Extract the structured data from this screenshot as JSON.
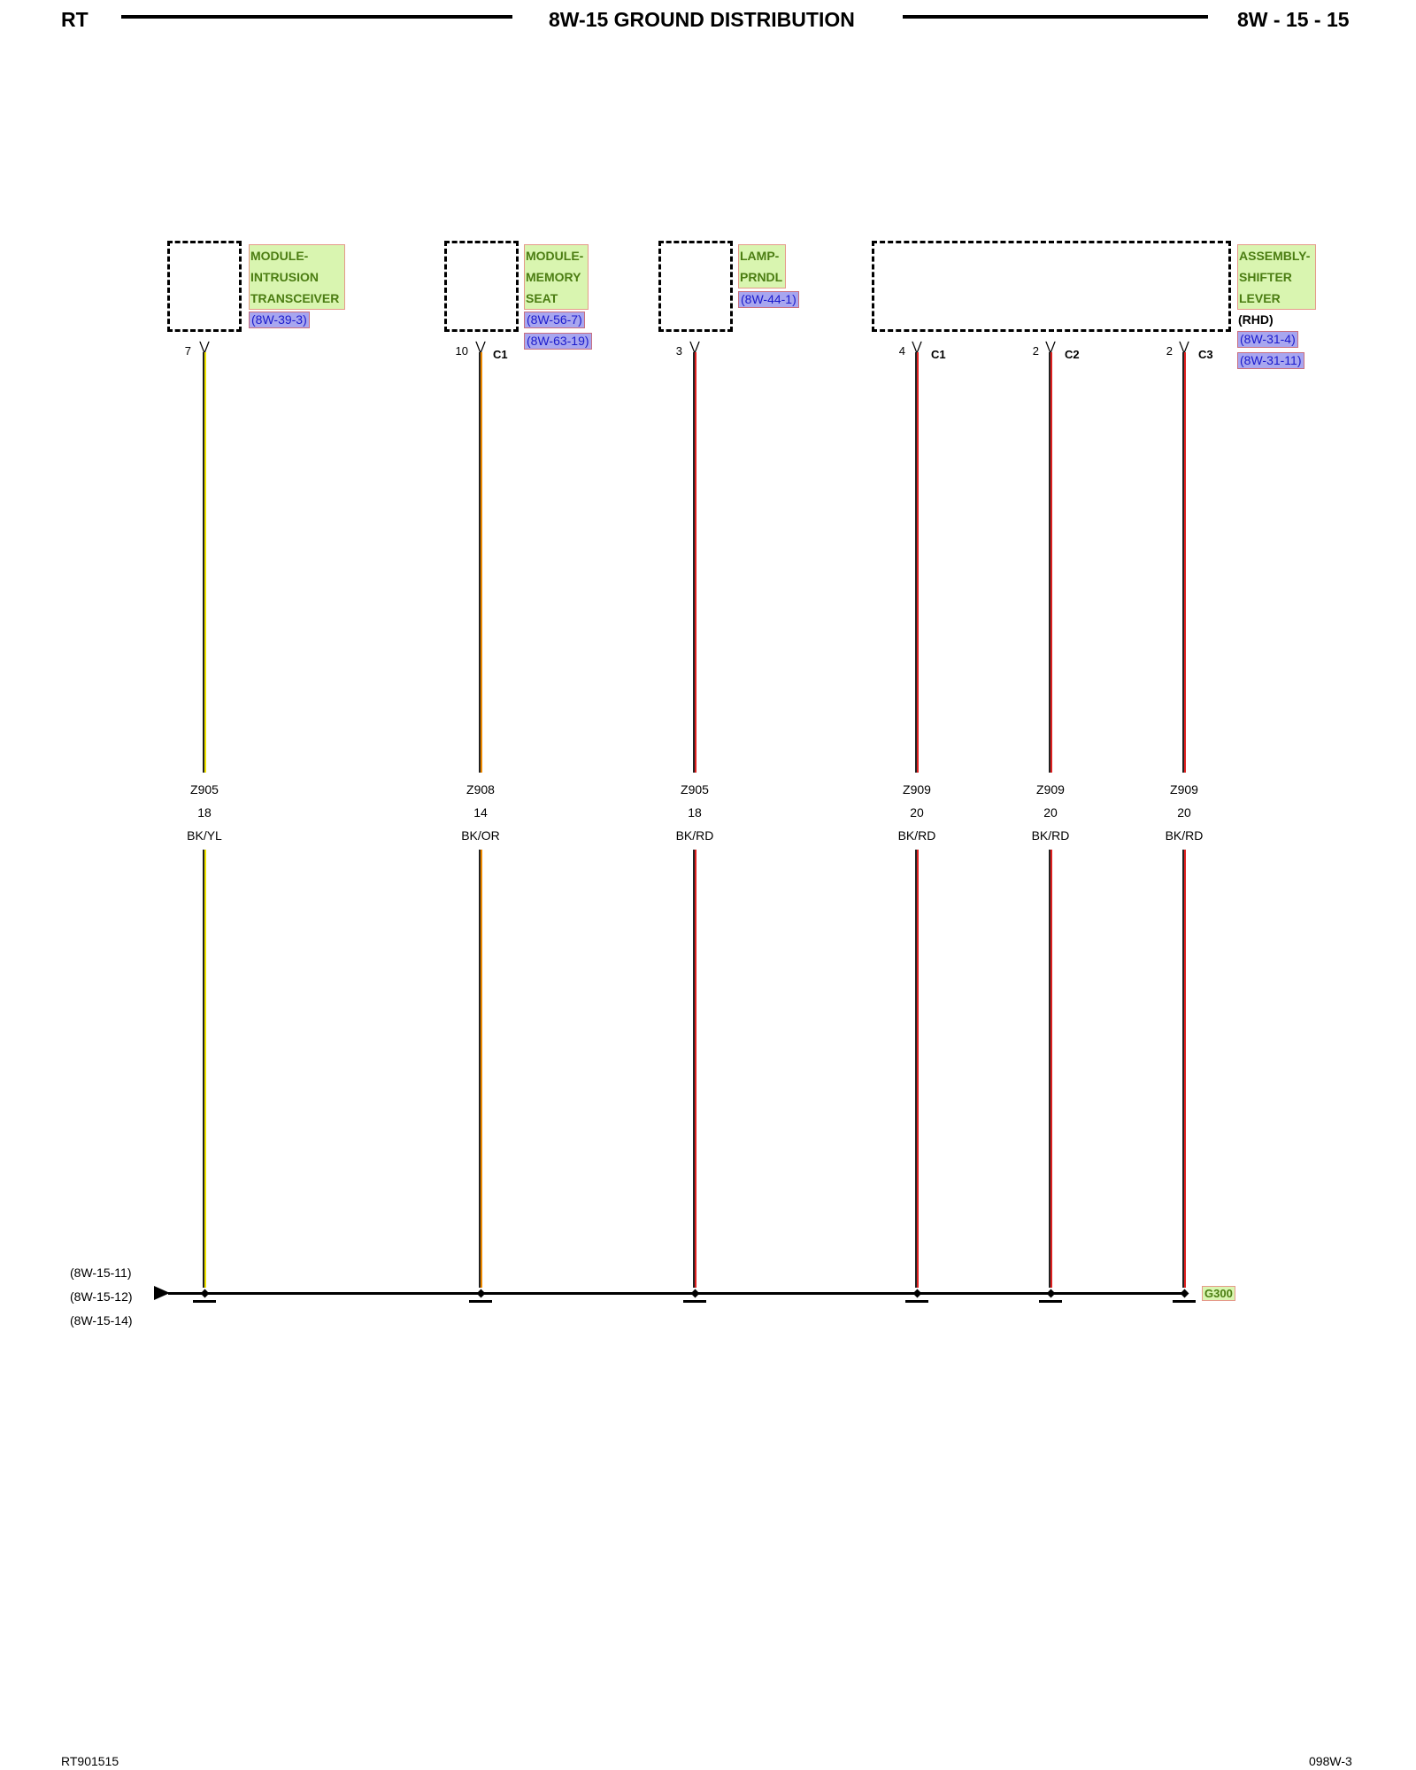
{
  "header": {
    "left": "RT",
    "title": "8W-15 GROUND DISTRIBUTION",
    "page": "8W - 15 - 15"
  },
  "footer": {
    "left": "RT901515",
    "right": "098W-3"
  },
  "components": {
    "intrusion": {
      "lines": [
        "MODULE-",
        "INTRUSION",
        "TRANSCEIVER"
      ],
      "refs": [
        "(8W-39-3)"
      ]
    },
    "memory_seat": {
      "lines": [
        "MODULE-",
        "MEMORY",
        "SEAT"
      ],
      "refs": [
        "(8W-56-7)",
        "(8W-63-19)"
      ]
    },
    "prndl": {
      "lines": [
        "LAMP-",
        "PRNDL"
      ],
      "refs": [
        "(8W-44-1)"
      ]
    },
    "shifter": {
      "lines": [
        "ASSEMBLY-",
        "SHIFTER",
        "LEVER"
      ],
      "note": "(RHD)",
      "refs": [
        "(8W-31-4)",
        "(8W-31-11)"
      ]
    }
  },
  "wires": [
    {
      "pin": "7",
      "connector": "",
      "circuit": "Z905",
      "gauge": "18",
      "color": "BK/YL",
      "stripe": "#f2e600"
    },
    {
      "pin": "10",
      "connector": "C1",
      "circuit": "Z908",
      "gauge": "14",
      "color": "BK/OR",
      "stripe": "#f08a00"
    },
    {
      "pin": "3",
      "connector": "",
      "circuit": "Z905",
      "gauge": "18",
      "color": "BK/RD",
      "stripe": "#e02020"
    },
    {
      "pin": "4",
      "connector": "C1",
      "circuit": "Z909",
      "gauge": "20",
      "color": "BK/RD",
      "stripe": "#e02020"
    },
    {
      "pin": "2",
      "connector": "C2",
      "circuit": "Z909",
      "gauge": "20",
      "color": "BK/RD",
      "stripe": "#e02020"
    },
    {
      "pin": "2",
      "connector": "C3",
      "circuit": "Z909",
      "gauge": "20",
      "color": "BK/RD",
      "stripe": "#e02020"
    }
  ],
  "ground": {
    "name": "G300",
    "refs": [
      "(8W-15-11)",
      "(8W-15-12)",
      "(8W-15-14)"
    ]
  },
  "colors": {
    "base": "#222222",
    "label_fill": "#d9f5b0",
    "ref_fill": "#a8a6ef"
  }
}
